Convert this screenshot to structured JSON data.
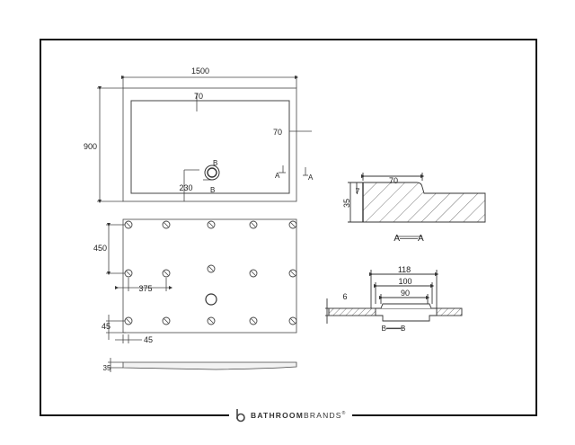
{
  "brand": {
    "name_bold": "BATHROOM",
    "name_light": "BRANDS",
    "mark": "®"
  },
  "plan": {
    "width_label": "1500",
    "height_label": "900",
    "rim_top_label": "70",
    "rim_right_label": "70",
    "waste_offset_label": "230",
    "waste_marker_top": "B",
    "waste_marker_bottom": "B",
    "section_marker_left": "A",
    "section_marker_right": "A"
  },
  "underside": {
    "first_row_label": "450",
    "spacing_label": "375",
    "edge_y_label": "45",
    "edge_x_label": "45"
  },
  "side_profile": {
    "height_label": "35"
  },
  "section_aa": {
    "rim_width_label": "70",
    "rim_step_label": "7",
    "height_label": "35",
    "title": "A——A"
  },
  "section_bb": {
    "outer_label": "118",
    "mid_label": "100",
    "inner_label": "90",
    "depth_label": "6",
    "title": "B——B"
  }
}
